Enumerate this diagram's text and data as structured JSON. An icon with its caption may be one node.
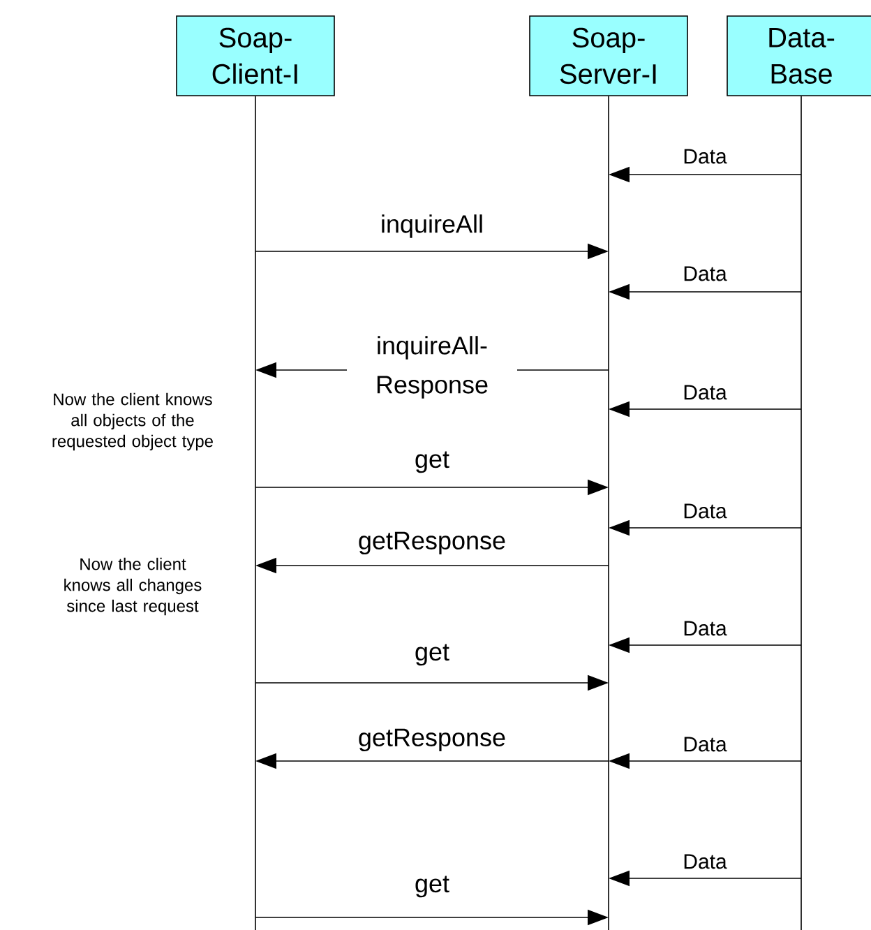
{
  "diagram": {
    "nodes": [
      {
        "text": [
          "Soap- Client-I"
        ]
      },
      {
        "text": [
          "Soap- Server-I"
        ]
      },
      {
        "text": [
          "Data- Base"
        ]
      }
    ],
    "edges": [
      {
        "from": 2,
        "to": 1,
        "arrow": "to",
        "label": "Data"
      },
      {
        "from": 0,
        "to": 1,
        "arrow": "to",
        "label": "inquireAll"
      },
      {
        "from": 2,
        "to": 1,
        "arrow": "to",
        "label": "Data"
      },
      {
        "from": 1,
        "to": 0,
        "arrow": "to",
        "label": "inquireAll- Response"
      },
      {
        "from": 2,
        "to": 1,
        "arrow": "to",
        "label": "Data"
      },
      {
        "from": 0,
        "to": 1,
        "arrow": "to",
        "label": "get"
      },
      {
        "from": 2,
        "to": 1,
        "arrow": "to",
        "label": "Data"
      },
      {
        "from": 1,
        "to": 0,
        "arrow": "to",
        "label": "getResponse"
      },
      {
        "from": 2,
        "to": 1,
        "arrow": "to",
        "label": "Data"
      },
      {
        "from": 0,
        "to": 1,
        "arrow": "to",
        "label": "get"
      },
      {
        "from": 1,
        "to": 0,
        "arrow": "to",
        "label": "getResponse"
      },
      {
        "from": 2,
        "to": 1,
        "arrow": "to",
        "label": "Data"
      },
      {
        "from": 2,
        "to": 1,
        "arrow": "to",
        "label": "Data"
      },
      {
        "from": 0,
        "to": 1,
        "arrow": "to",
        "label": "get"
      }
    ],
    "labels": [
      "Now the client knows all objects of the requested object type",
      "Now the client knows all changes since last request"
    ]
  }
}
